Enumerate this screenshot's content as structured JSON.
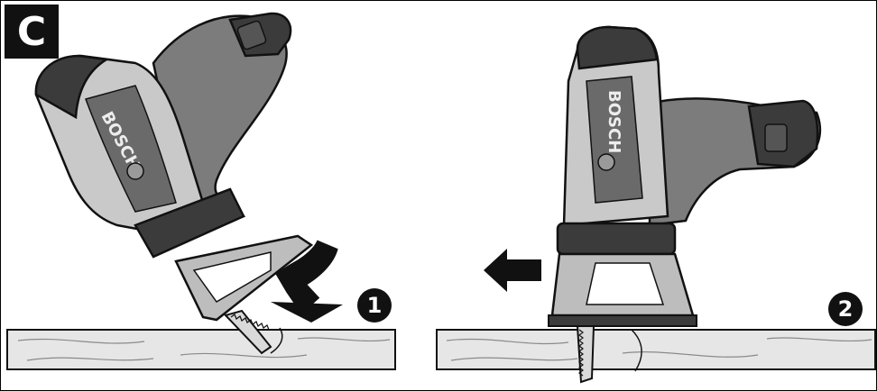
{
  "figure": {
    "label": "C",
    "steps": [
      "1",
      "2"
    ],
    "brand_text": "BOSCH"
  },
  "colors": {
    "outline": "#111111",
    "tool_body_dark": "#3b3b3b",
    "tool_body_mid": "#7c7c7c",
    "tool_body_light": "#c9c9c9",
    "board_fill": "#e6e6e6",
    "arrow": "#111111"
  },
  "icons": [
    "down-arrow-icon",
    "left-arrow-icon"
  ]
}
